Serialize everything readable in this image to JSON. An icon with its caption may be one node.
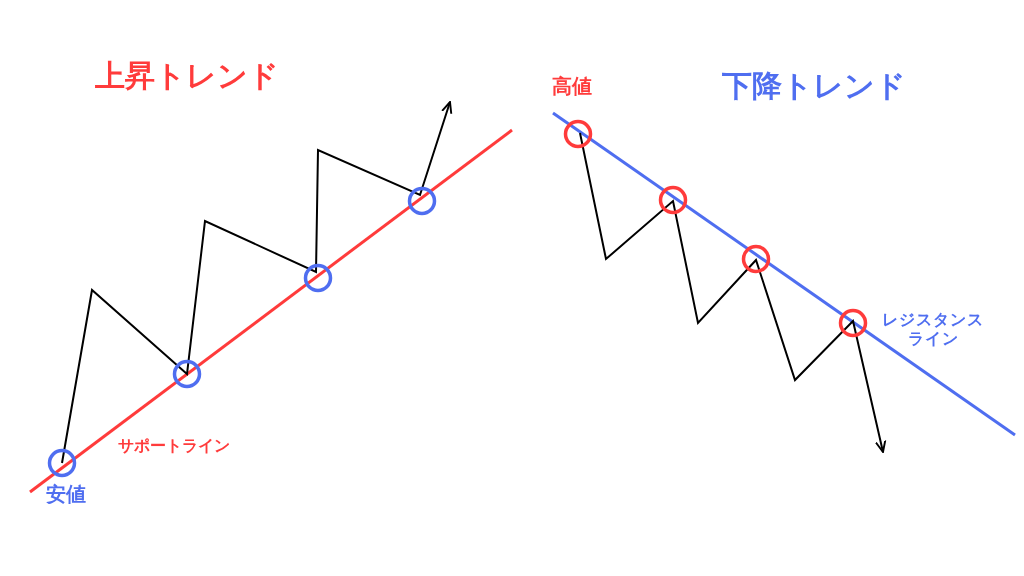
{
  "diagram": {
    "nodes": [
      {
        "text": [],
        "shape": "circle",
        "beside": [
          "安値"
        ]
      },
      {
        "text": [],
        "shape": "circle"
      },
      {
        "text": [],
        "shape": "circle"
      },
      {
        "text": [],
        "shape": "circle"
      },
      {
        "text": [],
        "shape": "circle",
        "beside": [
          "高値"
        ]
      },
      {
        "text": [],
        "shape": "circle"
      },
      {
        "text": [],
        "shape": "circle"
      },
      {
        "text": [],
        "shape": "circle"
      }
    ],
    "labels": [
      "上昇トレンド",
      "下降トレンド",
      "サポートライン",
      "レジスタンスライン"
    ]
  }
}
